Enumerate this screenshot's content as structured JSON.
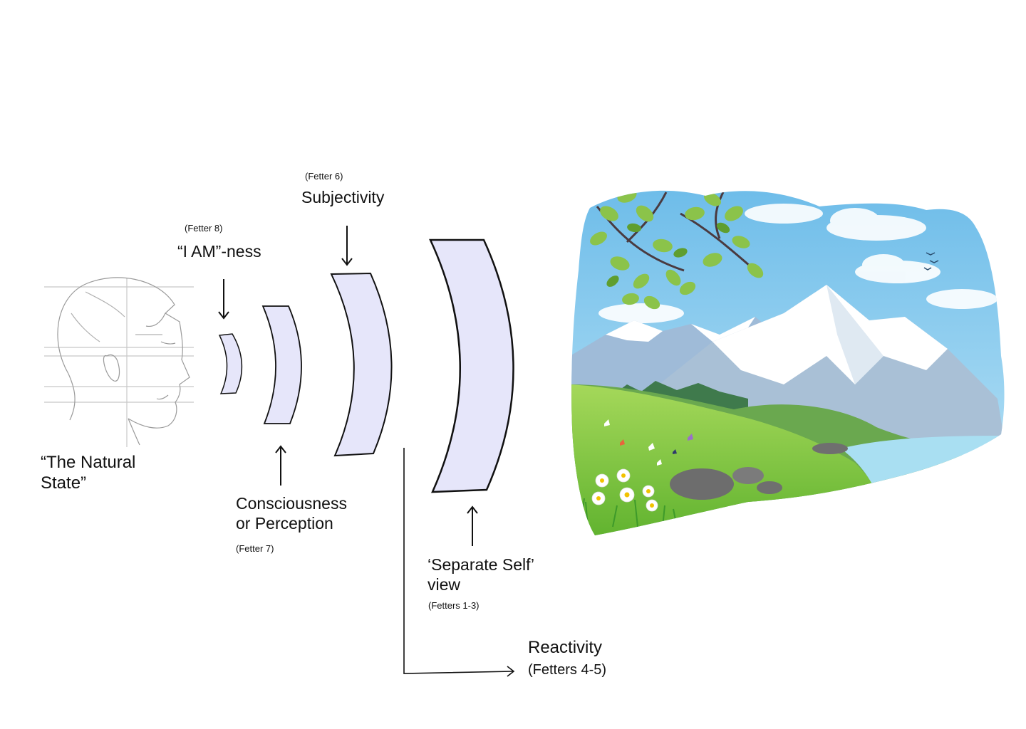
{
  "labels": {
    "natural_state": "“The Natural\nState”",
    "i_am_fetter": "(Fetter 8)",
    "i_am": "“I AM”-ness",
    "subjectivity_fetter": "(Fetter 6)",
    "subjectivity": "Subjectivity",
    "consciousness": "Consciousness\nor Perception",
    "consciousness_fetter": "(Fetter 7)",
    "separate_self": "‘Separate Self’\nview",
    "separate_self_fetters": "(Fetters 1-3)",
    "reactivity": "Reactivity",
    "reactivity_fetters": "(Fetters 4-5)"
  },
  "colors": {
    "lens_fill": "#e6e6fa",
    "stroke": "#111111",
    "sky": "#8ecbef",
    "snow": "#ffffff",
    "grass": "#7bc043",
    "water": "#a9dff2",
    "leaf": "#8bc34a"
  },
  "icons": {
    "head": "head-sketch-icon",
    "landscape": "mountain-landscape-image"
  }
}
